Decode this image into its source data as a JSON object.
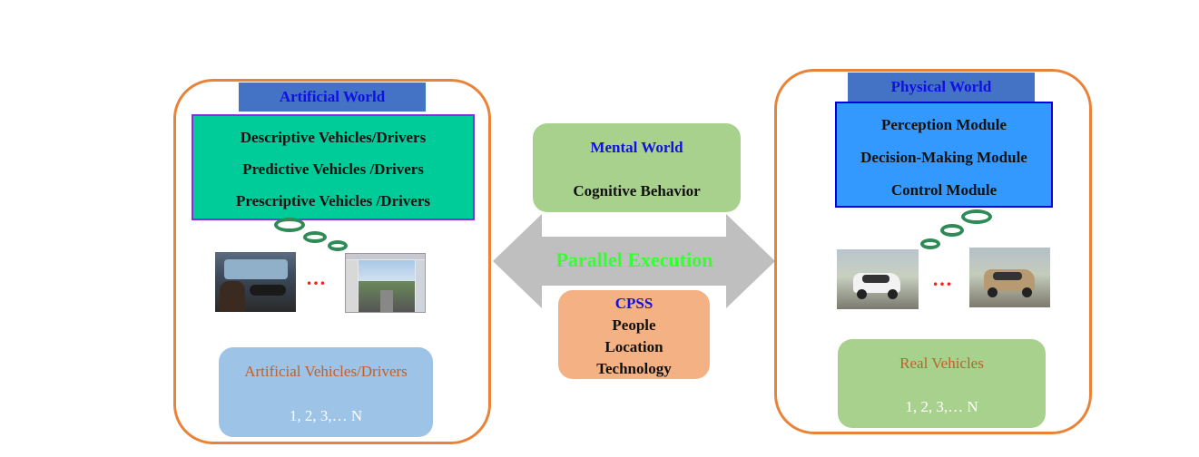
{
  "artificial": {
    "title": "Artificial World",
    "items": [
      "Descriptive Vehicles/Drivers",
      "Predictive Vehicles /Drivers",
      "Prescriptive Vehicles /Drivers"
    ],
    "dots": "…",
    "source_label": "Artificial  Vehicles/Drivers",
    "source_count": "1, 2, 3,… N"
  },
  "mental": {
    "title": "Mental World",
    "subtitle": "Cognitive Behavior"
  },
  "center": {
    "arrow_label": "Parallel Execution",
    "cpss_title": "CPSS",
    "cpss_items": [
      "People",
      "Location",
      "Technology"
    ]
  },
  "physical": {
    "title": "Physical World",
    "modules": [
      "Perception Module",
      "Decision-Making Module",
      "Control Module"
    ],
    "dots": "…",
    "source_label": "Real Vehicles",
    "source_count": "1, 2, 3,… N"
  },
  "colors": {
    "frame": "#e8843a",
    "title_bar": "#4472c4",
    "artificial_box": "#00cc99",
    "physical_box": "#3399ff",
    "mental_box": "#a9d18e",
    "cpss_box": "#f4b183",
    "arrow": "#bfbfbf",
    "parallel_text": "#33ff33",
    "up_arrow": "#7030a0",
    "thought_bubbles": "#2e8b57"
  }
}
